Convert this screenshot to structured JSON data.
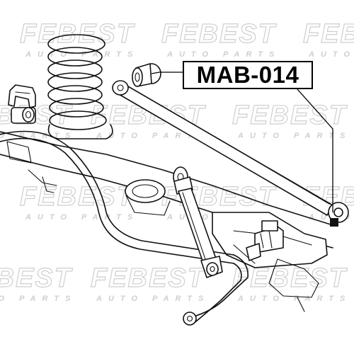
{
  "part": {
    "number": "MAB-014"
  },
  "watermark": {
    "brand": "FEBEST",
    "tagline": "AUTO PARTS",
    "color": "#cfcfcf"
  },
  "diagram": {
    "line_color": "#111111",
    "background": "#ffffff"
  }
}
